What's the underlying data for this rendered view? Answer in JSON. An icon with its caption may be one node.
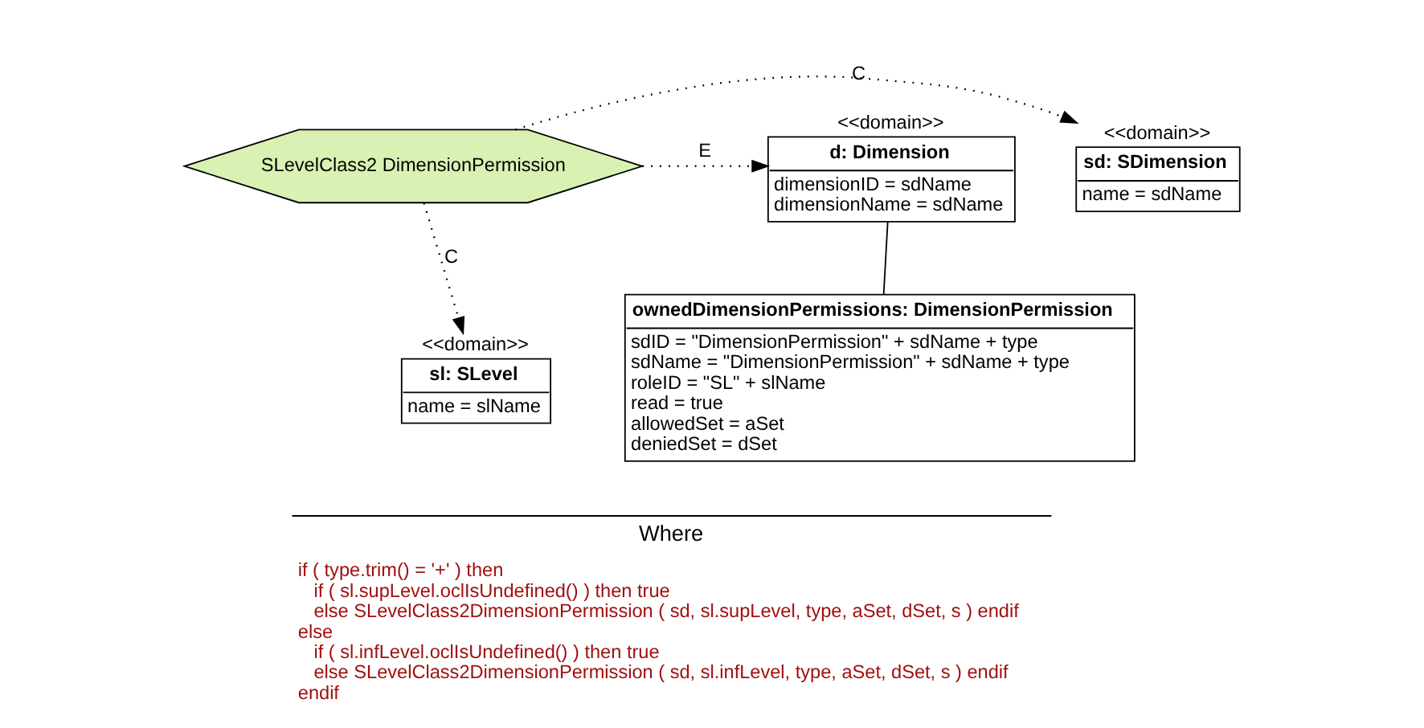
{
  "diagram": {
    "nodes": [
      {
        "text": [
          "SLevelClass2 DimensionPermission"
        ]
      },
      {
        "text": [
          "<<domain>>",
          "sd: SDimension",
          "name = sdName"
        ]
      },
      {
        "text": [
          "<<domain>>",
          "d: Dimension",
          "dimensionID = sdName",
          "dimensionName = sdName"
        ]
      },
      {
        "text": [
          "<<domain>>",
          "sl: SLevel",
          "name = slName"
        ]
      },
      {
        "text": [
          "ownedDimensionPermissions: DimensionPermission",
          "sdID = \"DimensionPermission\" + sdName + type",
          "sdName = \"DimensionPermission\" + sdName + type",
          "roleID = \"SL\" + slName",
          "read = true",
          "allowedSet = aSet",
          "deniedSet = dSet"
        ]
      }
    ],
    "edges": [
      {
        "from": 0,
        "to": 1,
        "arrow": "to",
        "label": "C",
        "style": "dashed"
      },
      {
        "from": 0,
        "to": 2,
        "arrow": "to",
        "label": "E",
        "style": "dashed"
      },
      {
        "from": 0,
        "to": 3,
        "arrow": "to",
        "label": "C",
        "style": "dashed"
      },
      {
        "from": 2,
        "to": 4,
        "arrow": "none"
      }
    ],
    "labels": [
      "Where",
      "if ( type.trim() = '+' ) then",
      "if ( sl.supLevel.oclIsUndefined() ) then true",
      "else SLevelClass2DimensionPermission ( sd, sl.supLevel, type, aSet, dSet, s ) endif",
      "else",
      "if ( sl.infLevel.oclIsUndefined() ) then true",
      "else SLevelClass2DimensionPermission ( sd, sl.infLevel, type, aSet, dSet, s ) endif",
      "endif"
    ]
  }
}
